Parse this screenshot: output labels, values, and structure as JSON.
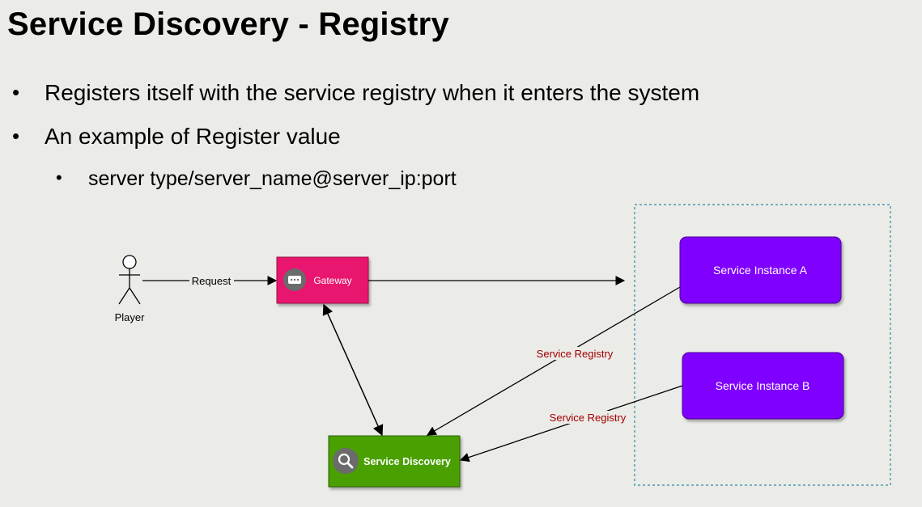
{
  "title": "Service Discovery - Registry",
  "bullets": [
    {
      "text": "Registers itself with the service registry when it enters the system"
    },
    {
      "text": "An example of Register value"
    }
  ],
  "sub_bullets": [
    {
      "text": "server type/server_name@server_ip:port"
    }
  ],
  "bullet_glyph": "•",
  "diagram": {
    "player_label": "Player",
    "request_label": "Request",
    "gateway_label": "Gateway",
    "discovery_label": "Service Discovery",
    "instance_a_label": "Service Instance A",
    "instance_b_label": "Service Instance B",
    "registry_label_1": "Service Registry",
    "registry_label_2": "Service Registry",
    "colors": {
      "gateway": "#e8196e",
      "discovery": "#48a000",
      "instance": "#7f00ff",
      "registry_text": "#a00000",
      "boundary": "#2a8aa8"
    },
    "icons": {
      "gateway": "chat-bubble-icon",
      "discovery": "search-icon",
      "player": "actor-icon"
    }
  }
}
